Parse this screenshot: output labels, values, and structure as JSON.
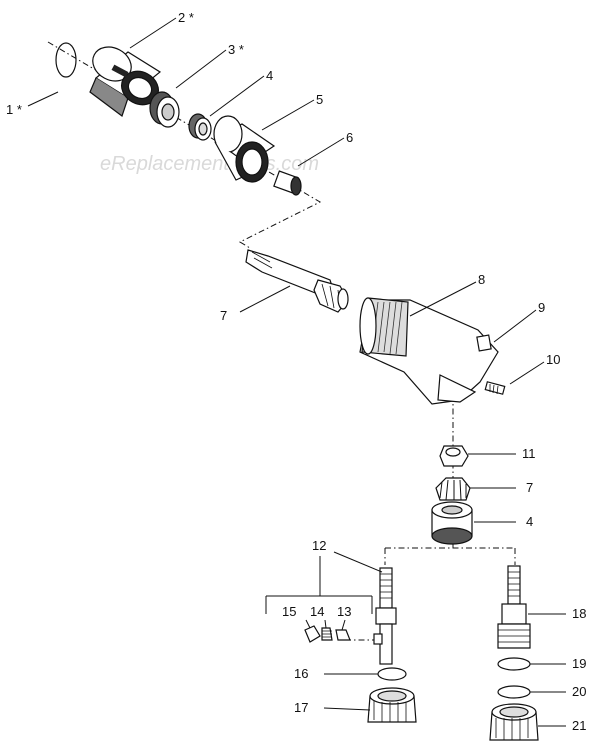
{
  "watermark": "eReplacementParts.com",
  "callouts": {
    "p1": "1 *",
    "p2": "2 *",
    "p3": "3 *",
    "p4a": "4",
    "p5": "5",
    "p6": "6",
    "p7a": "7",
    "p8": "8",
    "p9": "9",
    "p10": "10",
    "p11": "11",
    "p7b": "7",
    "p4b": "4",
    "p12": "12",
    "p15": "15",
    "p14": "14",
    "p13": "13",
    "p16": "16",
    "p17": "17",
    "p18": "18",
    "p19": "19",
    "p20": "20",
    "p21": "21"
  }
}
